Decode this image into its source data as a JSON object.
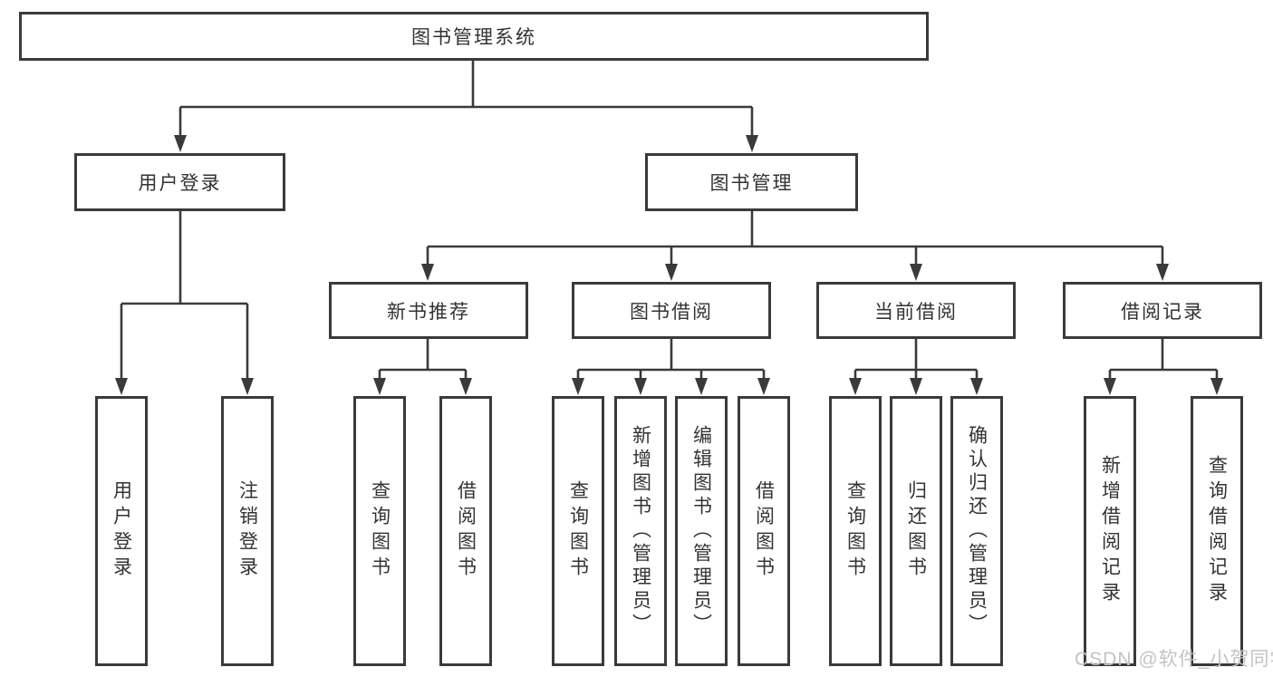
{
  "tree": {
    "label": "图书管理系统",
    "children": [
      {
        "label": "用户登录",
        "children": [
          {
            "label": "用户登录"
          },
          {
            "label": "注销登录"
          }
        ]
      },
      {
        "label": "图书管理",
        "children": [
          {
            "label": "新书推荐",
            "children": [
              {
                "label": "查询图书"
              },
              {
                "label": "借阅图书"
              }
            ]
          },
          {
            "label": "图书借阅",
            "children": [
              {
                "label": "查询图书"
              },
              {
                "label": "新增图书（管理员）"
              },
              {
                "label": "编辑图书（管理员）"
              },
              {
                "label": "借阅图书"
              }
            ]
          },
          {
            "label": "当前借阅",
            "children": [
              {
                "label": "查询图书"
              },
              {
                "label": "归还图书"
              },
              {
                "label": "确认归还（管理员）"
              }
            ]
          },
          {
            "label": "借阅记录",
            "children": [
              {
                "label": "新增借阅记录"
              },
              {
                "label": "查询借阅记录"
              }
            ]
          }
        ]
      }
    ]
  },
  "watermark": {
    "text": "CSDN @软件_小贺同学"
  },
  "colors": {
    "box_border": "#3a3a3a",
    "connector": "#3a3a3a",
    "text": "#333333",
    "watermark": "#c3c3c3",
    "background": "#ffffff"
  }
}
